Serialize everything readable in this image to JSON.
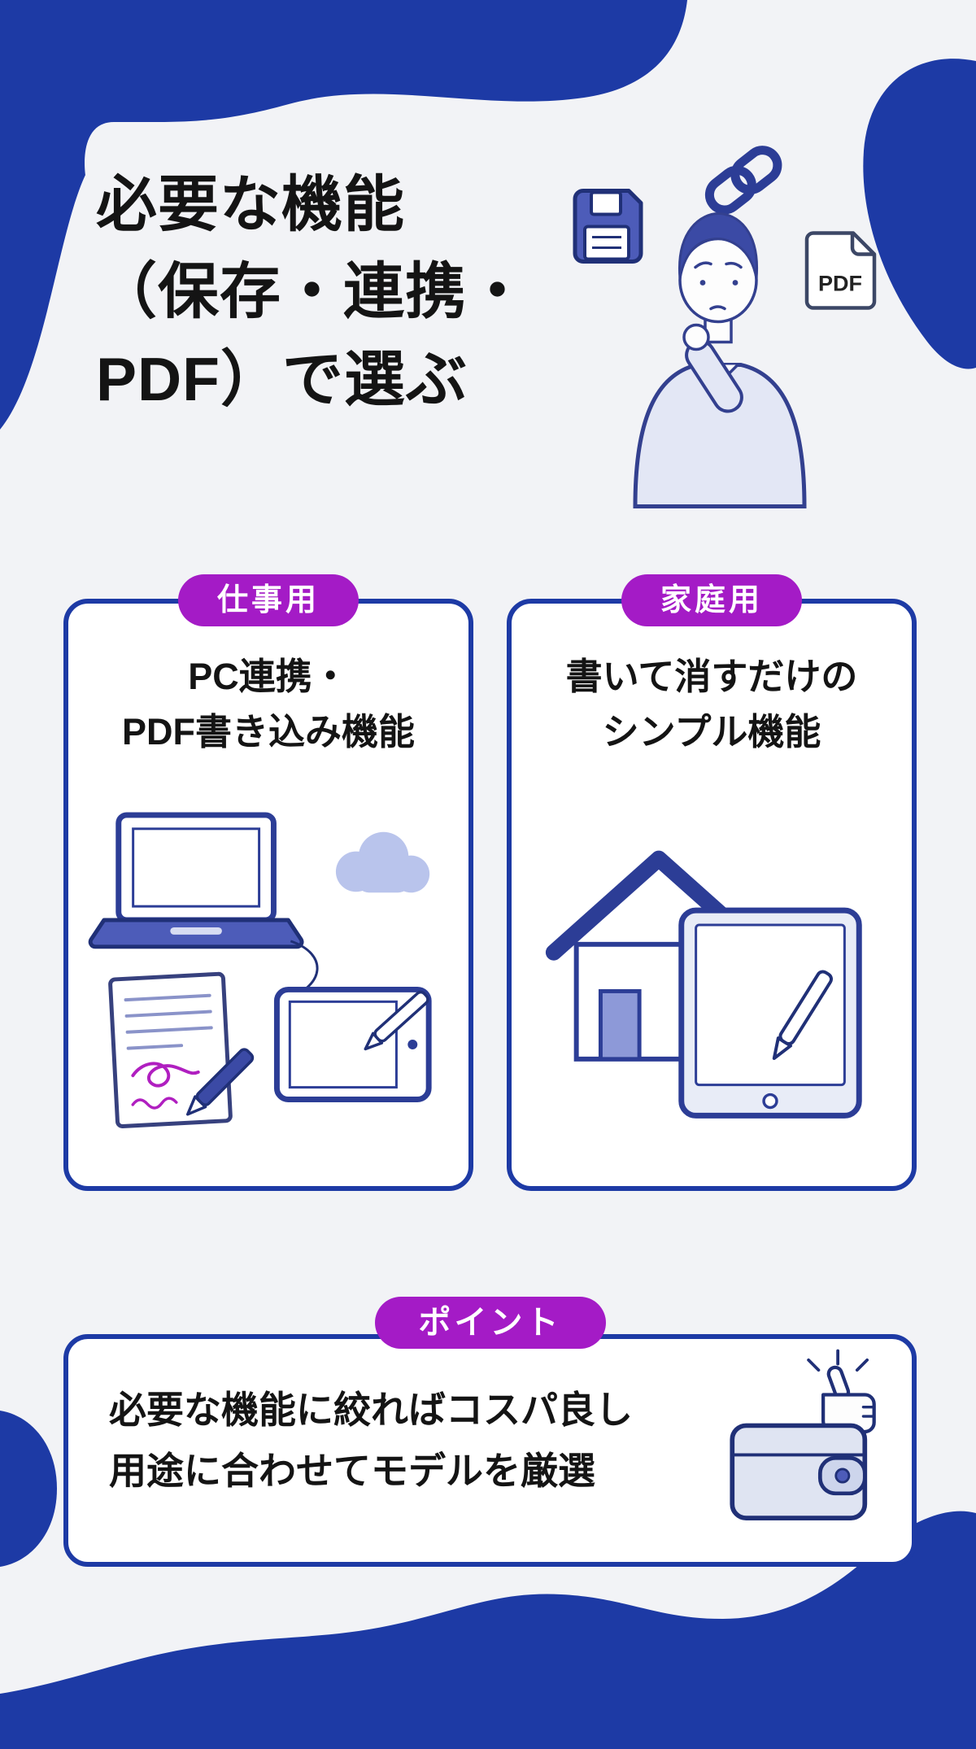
{
  "colors": {
    "deep_blue": "#1d3aa5",
    "badge_purple": "#a41bc6",
    "background_gray": "#f2f3f6",
    "card_white": "#ffffff",
    "text_black": "#141414",
    "accent_magenta": "#b01fc0"
  },
  "header": {
    "title_lines": [
      "必要な機能",
      "（保存・連携・",
      "PDF）で選ぶ"
    ],
    "pdf_label": "PDF"
  },
  "cards": [
    {
      "badge": "仕事用",
      "line1": "PC連携・",
      "line2": "PDF書き込み機能"
    },
    {
      "badge": "家庭用",
      "line1": "書いて消すだけの",
      "line2": "シンプル機能"
    }
  ],
  "point": {
    "badge": "ポイント",
    "line1": "必要な機能に絞ればコスパ良し",
    "line2": "用途に合わせてモデルを厳選"
  }
}
